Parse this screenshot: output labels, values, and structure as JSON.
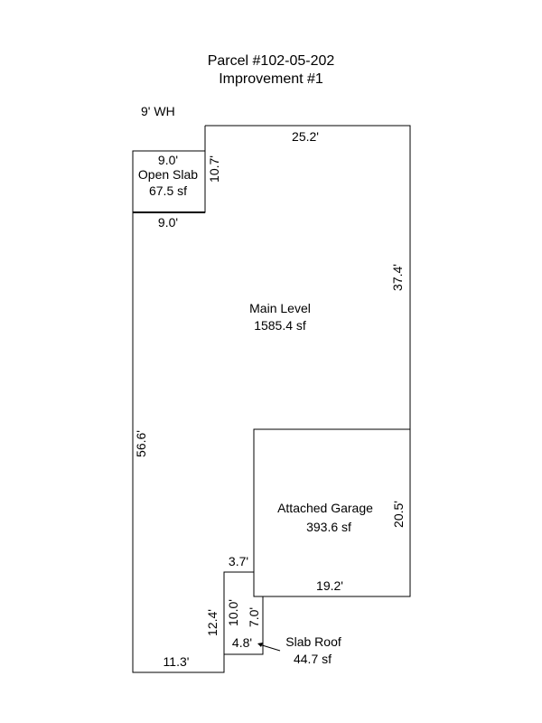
{
  "title": {
    "line1": "Parcel #102-05-202",
    "line2": "Improvement #1"
  },
  "note": "9' WH",
  "areas": {
    "open_slab": {
      "name": "Open Slab",
      "area": "67.5 sf"
    },
    "main_level": {
      "name": "Main Level",
      "area": "1585.4 sf"
    },
    "attached_garage": {
      "name": "Attached Garage",
      "area": "393.6 sf"
    },
    "slab_roof": {
      "name": "Slab Roof",
      "area": "44.7 sf"
    }
  },
  "dimensions": {
    "main_top": "25.2'",
    "main_right": "37.4'",
    "main_left": "56.6'",
    "main_bottom": "11.3'",
    "slab_top": "9.0'",
    "slab_bottom": "9.0'",
    "slab_side": "10.7'",
    "garage_right": "20.5'",
    "garage_bottom": "19.2'",
    "step_top": "3.7'",
    "step_left": "12.4'",
    "step_inner": "10.0'",
    "roof_side": "7.0'",
    "roof_bottom": "4.8'"
  }
}
